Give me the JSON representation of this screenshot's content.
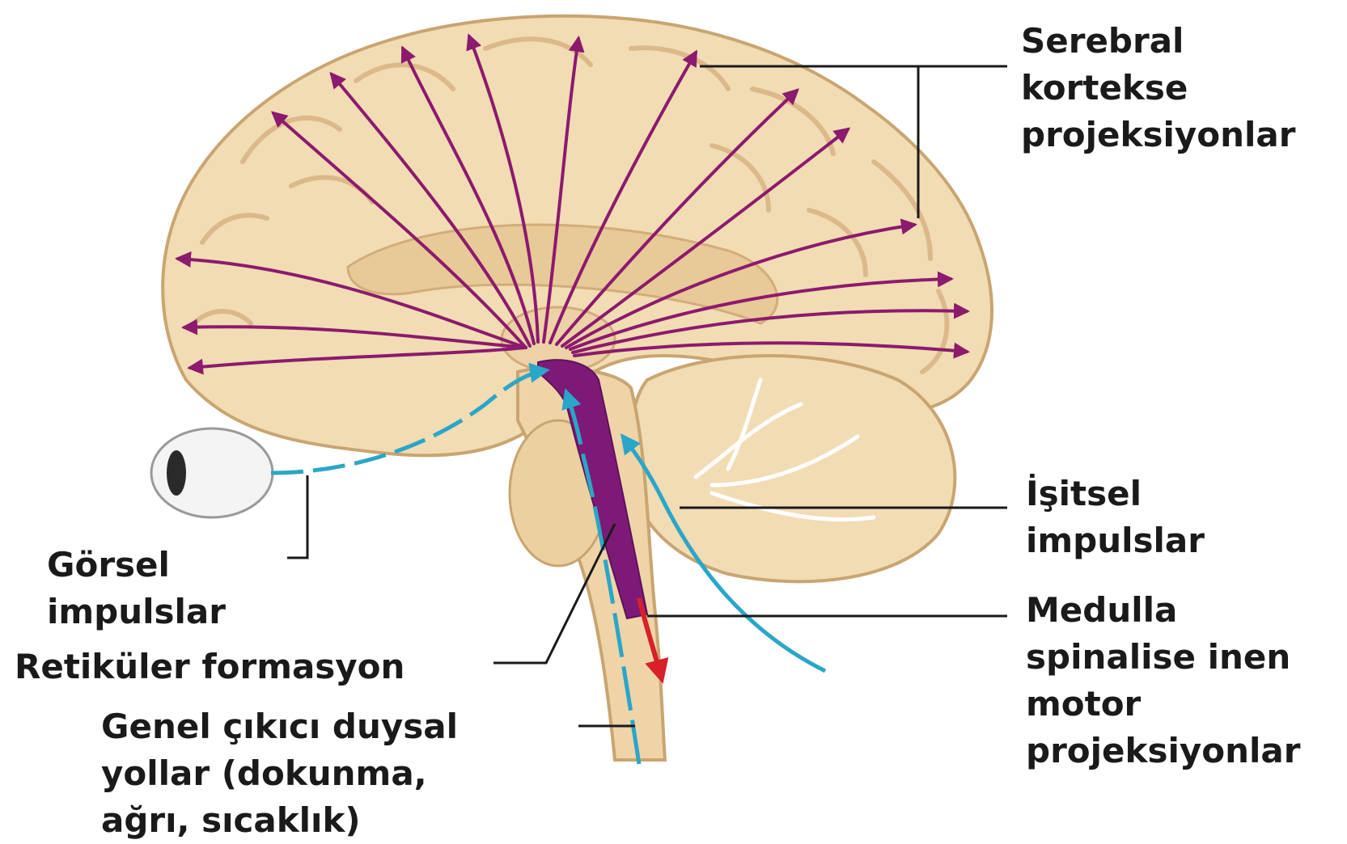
{
  "labels": {
    "cortex_projections": [
      "Serebral",
      "kortekse",
      "projeksiyonlar"
    ],
    "auditory_impulses": [
      "İşitsel",
      "impulslar"
    ],
    "motor_projections": [
      "Medulla",
      "spinalise inen",
      "motor",
      "projeksiyonlar"
    ],
    "visual_impulses": [
      "Görsel",
      "impulslar"
    ],
    "reticular_formation": [
      "Retiküler formasyon"
    ],
    "ascending_sensory": [
      "Genel çıkıcı duysal",
      "yollar (dokunma,",
      "ağrı, sıcaklık)"
    ]
  },
  "colors": {
    "brain_fill": "#f2dcb4",
    "brain_shadow": "#dcb98a",
    "brain_outline": "#c9a571",
    "projection_arrows": "#8c1a6e",
    "sensory_paths": "#2aa6c8",
    "motor_path": "#d8202a",
    "reticular_core": "#7d1a78",
    "leader_lines": "#1a1a1a"
  }
}
